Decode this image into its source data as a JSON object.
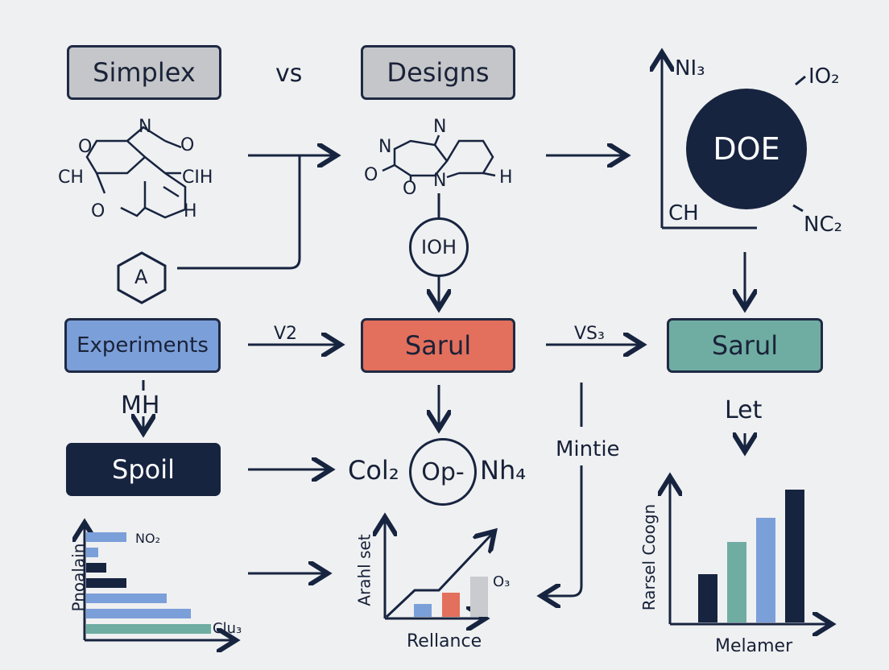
{
  "boxes": {
    "simplex": "Simplex",
    "designs": "Designs",
    "experiments": "Experiments",
    "spoil": "Spoil",
    "sarul_red": "Sarul",
    "sarul_green": "Sarul"
  },
  "labels": {
    "vs_top": "vs",
    "v2": "V2",
    "vs3": "VS₃",
    "mh": "MH",
    "mintie": "Mintie",
    "let": "Let",
    "col2": "Col₂",
    "op": "Op-",
    "nh4": "Nh₄",
    "ioh": "IOH",
    "hexagon": "A",
    "doe": "DOE",
    "ni3": "NI₃",
    "io2": "IO₂",
    "ch_doe": "CH",
    "nc2": "NC₂"
  },
  "molecule1": {
    "atoms": [
      "O",
      "N",
      "O",
      "CH",
      "CIH",
      "O",
      "H"
    ]
  },
  "molecule2": {
    "atoms": [
      "N",
      "N",
      "O",
      "O",
      "N",
      "H"
    ]
  },
  "colors": {
    "navy": "#172440",
    "blue": "#7b9fd9",
    "red": "#e36f5d",
    "teal": "#6fada3",
    "gray": "#c9cbce",
    "grayBox": "#c4c6c9"
  },
  "chart_data": [
    {
      "type": "bar",
      "orientation": "horizontal",
      "ylabel": "Pnoalain",
      "annotations": [
        "NO₂",
        "Clu₃"
      ],
      "series_colors": [
        "blue",
        "blue",
        "navy",
        "navy",
        "blue",
        "blue",
        "teal"
      ],
      "values": [
        50,
        15,
        25,
        50,
        100,
        130,
        155
      ]
    },
    {
      "type": "bar",
      "ylabel": "Arahl set",
      "xlabel": "Rellance",
      "annotations": [
        "O₃"
      ],
      "series_colors": [
        "blue",
        "red",
        "gray"
      ],
      "values": [
        16,
        30,
        50
      ],
      "trend": "increasing"
    },
    {
      "type": "bar",
      "ylabel": "Rarsel Coogn",
      "xlabel": "Melamer",
      "series_colors": [
        "navy",
        "teal",
        "blue",
        "navy"
      ],
      "values": [
        60,
        100,
        130,
        165
      ]
    }
  ]
}
